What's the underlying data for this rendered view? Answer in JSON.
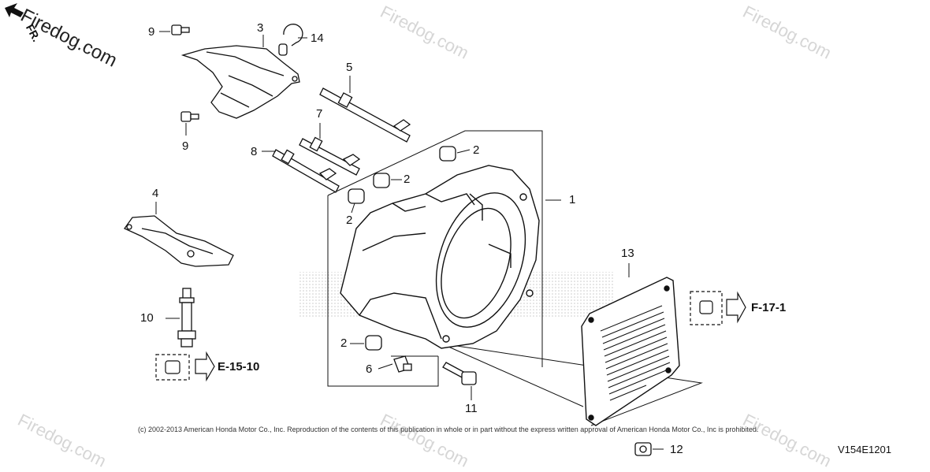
{
  "diagram": {
    "watermark_text": "Firedog.com",
    "front_marker": "FR.",
    "copyright": "(c) 2002-2013 American Honda Motor Co., Inc. Reproduction of the contents of this publication in whole or in part without the express written approval of American Honda Motor Co., Inc is prohibited.",
    "diagram_code": "V154E1201",
    "callouts": {
      "c1": "1",
      "c2a": "2",
      "c2b": "2",
      "c2c": "2",
      "c2d": "2",
      "c3": "3",
      "c4": "4",
      "c5": "5",
      "c6": "6",
      "c7": "7",
      "c8": "8",
      "c9a": "9",
      "c9b": "9",
      "c10": "10",
      "c11": "11",
      "c12": "12",
      "c13": "13",
      "c14": "14"
    },
    "references": {
      "ref_e": "E-15-10",
      "ref_f": "F-17-1"
    }
  }
}
